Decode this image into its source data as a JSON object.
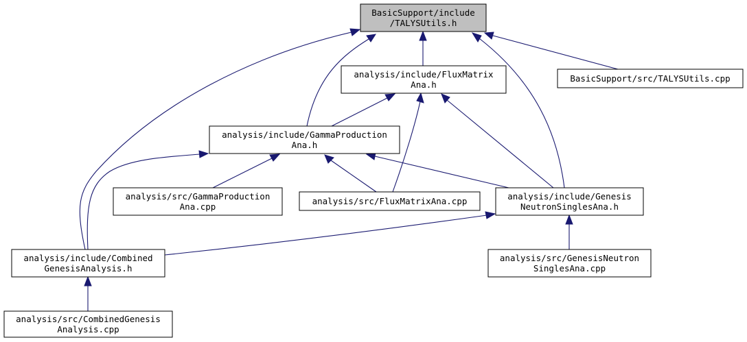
{
  "graph": {
    "colors": {
      "edge": "#191970",
      "root_fill": "#bfbfbf",
      "node_fill": "#ffffff",
      "border": "#000000"
    },
    "nodes": [
      {
        "id": "talysutils_h",
        "name": "node-basicsupport-include-talysutils-h",
        "lines": [
          "BasicSupport/include",
          "/TALYSUtils.h"
        ],
        "root": true
      },
      {
        "id": "fluxmatrix_h",
        "name": "node-analysis-include-fluxmatrixana-h",
        "lines": [
          "analysis/include/FluxMatrix",
          "Ana.h"
        ]
      },
      {
        "id": "talysutils_cpp",
        "name": "node-basicsupport-src-talysutils-cpp",
        "lines": [
          "BasicSupport/src/TALYSUtils.cpp"
        ]
      },
      {
        "id": "gammaprod_h",
        "name": "node-analysis-include-gammaproductionana-h",
        "lines": [
          "analysis/include/GammaProduction",
          "Ana.h"
        ]
      },
      {
        "id": "gammaprod_cpp",
        "name": "node-analysis-src-gammaproductionana-cpp",
        "lines": [
          "analysis/src/GammaProduction",
          "Ana.cpp"
        ]
      },
      {
        "id": "fluxmatrix_cpp",
        "name": "node-analysis-src-fluxmatrixana-cpp",
        "lines": [
          "analysis/src/FluxMatrixAna.cpp"
        ]
      },
      {
        "id": "genesis_h",
        "name": "node-analysis-include-genesisneutronsinglesana-h",
        "lines": [
          "analysis/include/Genesis",
          "NeutronSinglesAna.h"
        ]
      },
      {
        "id": "combined_h",
        "name": "node-analysis-include-combinedgenesisanalysis-h",
        "lines": [
          "analysis/include/Combined",
          "GenesisAnalysis.h"
        ]
      },
      {
        "id": "genesis_cpp",
        "name": "node-analysis-src-genesisneutronsinglesana-cpp",
        "lines": [
          "analysis/src/GenesisNeutron",
          "SinglesAna.cpp"
        ]
      },
      {
        "id": "combined_cpp",
        "name": "node-analysis-src-combinedgenesisanalysis-cpp",
        "lines": [
          "analysis/src/CombinedGenesis",
          "Analysis.cpp"
        ]
      }
    ],
    "edges": [
      {
        "from": "fluxmatrix_h",
        "to": "talysutils_h"
      },
      {
        "from": "talysutils_cpp",
        "to": "talysutils_h"
      },
      {
        "from": "gammaprod_h",
        "to": "talysutils_h"
      },
      {
        "from": "genesis_h",
        "to": "talysutils_h"
      },
      {
        "from": "combined_h",
        "to": "talysutils_h"
      },
      {
        "from": "gammaprod_h",
        "to": "fluxmatrix_h"
      },
      {
        "from": "fluxmatrix_cpp",
        "to": "fluxmatrix_h"
      },
      {
        "from": "genesis_h",
        "to": "fluxmatrix_h"
      },
      {
        "from": "gammaprod_cpp",
        "to": "gammaprod_h"
      },
      {
        "from": "fluxmatrix_cpp",
        "to": "gammaprod_h"
      },
      {
        "from": "genesis_h",
        "to": "gammaprod_h"
      },
      {
        "from": "combined_h",
        "to": "gammaprod_h"
      },
      {
        "from": "genesis_cpp",
        "to": "genesis_h"
      },
      {
        "from": "combined_h",
        "to": "genesis_h"
      },
      {
        "from": "combined_cpp",
        "to": "combined_h"
      }
    ]
  }
}
